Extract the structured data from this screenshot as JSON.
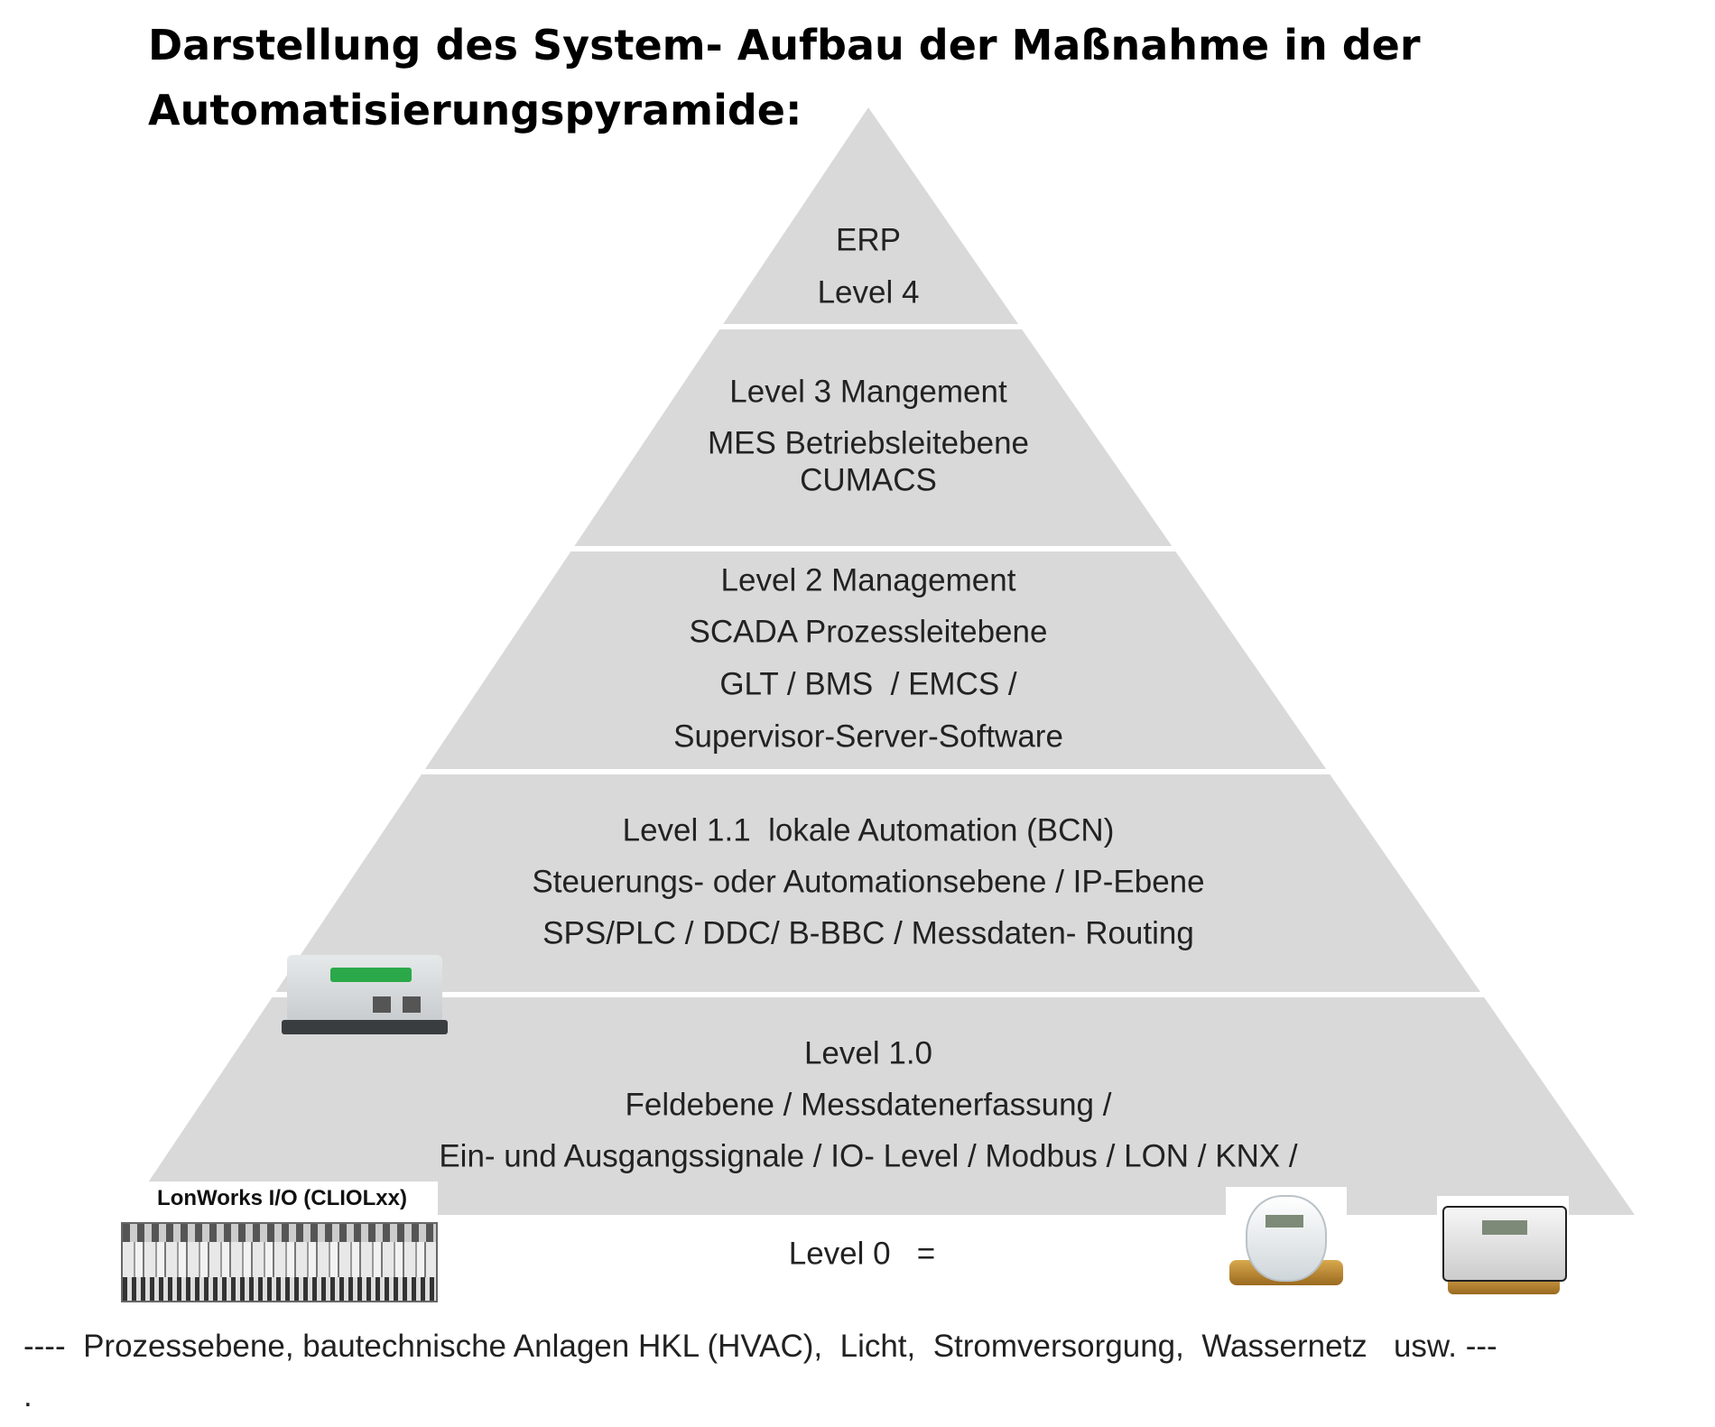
{
  "title": {
    "line1": "Darstellung des System- Aufbau der Maßnahme in der",
    "line2": "Automatisierungspyramide:"
  },
  "levels": [
    {
      "id": "level-4",
      "lines": [
        "ERP",
        "Level 4"
      ]
    },
    {
      "id": "level-3",
      "lines": [
        "Level 3 Mangement",
        "MES Betriebsleitebene",
        "CUMACS"
      ]
    },
    {
      "id": "level-2",
      "lines": [
        "Level 2 Management",
        "SCADA Prozessleitebene",
        "GLT / BMS  / EMCS /",
        "Supervisor-Server-Software"
      ]
    },
    {
      "id": "level-1-1",
      "lines": [
        "Level 1.1  lokale Automation (BCN)",
        "Steuerungs- oder Automationsebene / IP-Ebene",
        "SPS/PLC / DDC/ B-BBC / Messdaten- Routing"
      ]
    },
    {
      "id": "level-1-0",
      "lines": [
        "Level 1.0",
        "Feldebene / Messdatenerfassung /",
        "Ein- und Ausgangssignale / IO- Level / Modbus / LON / KNX /"
      ]
    }
  ],
  "level0": "Level 0   =",
  "lonworks_label": "LonWorks I/O (CLIOLxx)",
  "footer": "----  Prozessebene, bautechnische Anlagen HKL (HVAC),  Licht,  Stromversorgung,  Wassernetz   usw. ---",
  "footer_dot": ".",
  "colors": {
    "pyramid": "#d9d9d9",
    "separator": "#ffffff",
    "device_green": "#2aa84a"
  }
}
